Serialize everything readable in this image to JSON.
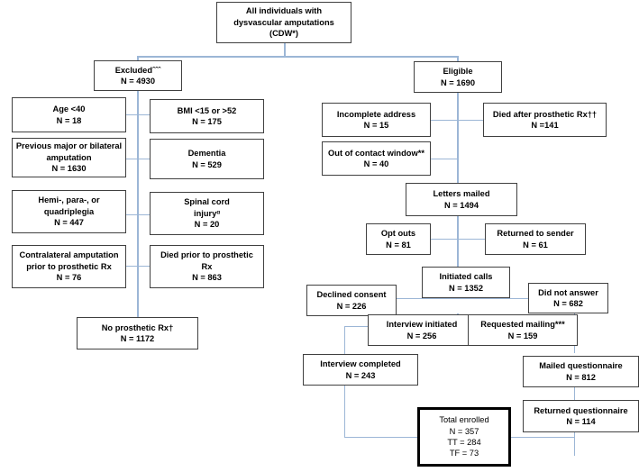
{
  "figure": {
    "type": "flow-diagram",
    "title": "Participant flow diagram of individuals with dysvascular amputations",
    "connector_color": "#9cb6d6",
    "box_border_color": "#404040",
    "highlight_border_color": "#000000"
  },
  "nodes": {
    "all_individuals": {
      "lines": [
        "All individuals with",
        "dysvascular amputations",
        "(CDW*)"
      ]
    },
    "excluded": {
      "lines": [
        "Excludedˆˆˆ",
        "N = 4930"
      ]
    },
    "eligible": {
      "lines": [
        "Eligible",
        "N = 1690"
      ]
    },
    "age_under_40": {
      "lines": [
        "Age <40",
        "N = 18"
      ]
    },
    "bmi": {
      "lines": [
        "BMI <15 or >52",
        "N = 175"
      ]
    },
    "previous_amputation": {
      "lines": [
        "Previous major or bilateral",
        "amputation",
        "N = 1630"
      ]
    },
    "dementia": {
      "lines": [
        "Dementia",
        "N = 529"
      ]
    },
    "plegia": {
      "lines": [
        "Hemi-, para-, or",
        "quadriplegia",
        "N = 447"
      ]
    },
    "spinal_cord_injury": {
      "lines": [
        "Spinal cord",
        "injuryᵅ",
        "N = 20"
      ]
    },
    "contralateral": {
      "lines": [
        "Contralateral amputation",
        "prior to prosthetic Rx",
        "N = 76"
      ]
    },
    "died_prior": {
      "lines": [
        "Died prior to prosthetic",
        "Rx",
        "N = 863"
      ]
    },
    "no_prosthetic_rx": {
      "lines": [
        "No prosthetic Rx†",
        "N = 1172"
      ]
    },
    "incomplete_address": {
      "lines": [
        "Incomplete address",
        "N = 15"
      ]
    },
    "died_after": {
      "lines": [
        "Died after prosthetic Rx††",
        "N =141"
      ]
    },
    "out_of_window": {
      "lines": [
        "Out of contact window**",
        "N = 40"
      ]
    },
    "letters_mailed": {
      "lines": [
        "Letters mailed",
        "N = 1494"
      ]
    },
    "opt_outs": {
      "lines": [
        "Opt outs",
        "N = 81"
      ]
    },
    "returned_to_sender": {
      "lines": [
        "Returned to sender",
        "N = 61"
      ]
    },
    "initiated_calls": {
      "lines": [
        "Initiated calls",
        "N = 1352"
      ]
    },
    "declined_consent": {
      "lines": [
        "Declined consent",
        "N = 226"
      ]
    },
    "did_not_answer": {
      "lines": [
        "Did not answer",
        "N = 682"
      ]
    },
    "interview_initiated": {
      "lines": [
        "Interview initiated",
        "N = 256"
      ]
    },
    "requested_mailing": {
      "lines": [
        "Requested mailing***",
        "N = 159"
      ]
    },
    "interview_completed": {
      "lines": [
        "Interview completed",
        "N = 243"
      ]
    },
    "mailed_questionnaire": {
      "lines": [
        "Mailed questionnaire",
        "N = 812"
      ]
    },
    "returned_questionnaire": {
      "lines": [
        "Returned questionnaire",
        "N = 114"
      ]
    },
    "total_enrolled": {
      "lines": [
        "Total enrolled",
        "N = 357",
        "TT = 284",
        "TF = 73"
      ]
    }
  }
}
